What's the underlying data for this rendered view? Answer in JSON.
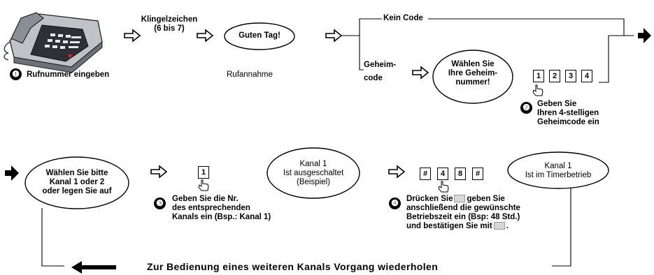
{
  "steps": {
    "n1": "❶",
    "n2": "❷",
    "n3": "❸",
    "n4": "❹"
  },
  "labels": {
    "rufnummer": "Rufnummer eingeben",
    "klingel_1": "Klingelzeichen",
    "klingel_2": "(6 bis 7)",
    "guten_tag": "Guten Tag!",
    "rufannahme": "Rufannahme",
    "kein_code": "Kein Code",
    "geheim_1": "Geheim-",
    "geheim_2": "code",
    "waehlen_1": "Wählen Sie",
    "waehlen_2": "Ihre Geheim-",
    "waehlen_3": "nummer!",
    "geben_1": "Geben Sie",
    "geben_2": "Ihren 4-stelligen",
    "geben_3": "Geheimcode ein",
    "bitte_1": "Wählen Sie bitte",
    "bitte_2": "Kanal 1 oder 2",
    "bitte_3": "oder legen Sie auf",
    "nr_1": "Geben Sie die Nr.",
    "nr_2": "des entsprechenden",
    "nr_3": "Kanals ein (Bsp.: Kanal 1)",
    "aus_1": "Kanal 1",
    "aus_2": "Ist ausgeschaltet",
    "aus_3": "(Beispiel)",
    "dr_1": "Drücken Sie",
    "dr_1b": "geben Sie",
    "dr_2": "anschließend die gewünschte",
    "dr_3": "Betriebszeit ein (Bsp: 48 Std.)",
    "dr_4": "und bestätigen Sie mit",
    "dr_4b": ".",
    "timer_1": "Kanal 1",
    "timer_2": "Ist im Timerbetrieb",
    "repeat": "Zur Bedienung eines weiteren Kanals Vorgang wiederholen"
  },
  "keys": {
    "code": [
      "1",
      "2",
      "3",
      "4"
    ],
    "channel": [
      "1"
    ],
    "timer": [
      "#",
      "4",
      "8",
      "#"
    ]
  },
  "icons": [
    "telephone-icon",
    "hollow-arrow-icon",
    "solid-arrow-icon",
    "hand-pointer-icon",
    "key-button-icon"
  ]
}
